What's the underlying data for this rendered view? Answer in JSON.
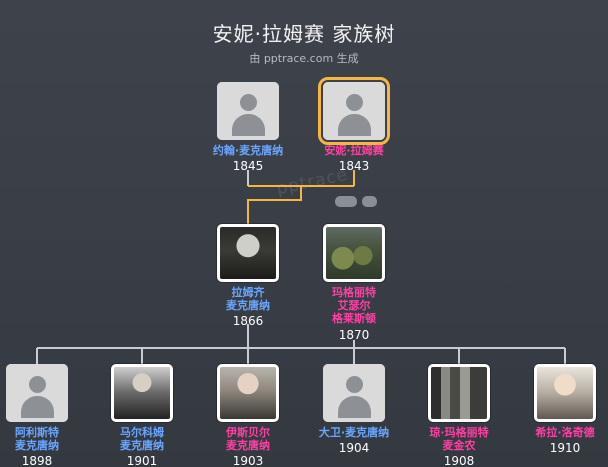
{
  "header": {
    "title": "安妮·拉姆赛 家族树",
    "subtitle": "由 pptrace.com 生成"
  },
  "watermark": "pptrace",
  "colors": {
    "background": "#3a3f47",
    "female_name": "#ff3fa4",
    "male_name": "#6aa6ff",
    "highlight_outline": "#f5b642",
    "connector": "#c9cdd3",
    "highlight_connector": "#f5b642"
  },
  "people": [
    {
      "id": "john-mcdonald",
      "name": "约翰·麦克唐纳",
      "year": "1845",
      "gender": "male",
      "photo": "placeholder-avatar",
      "highlight": false,
      "framed": false
    },
    {
      "id": "annie-ramsay",
      "name": "安妮·拉姆赛",
      "year": "1843",
      "gender": "female",
      "photo": "placeholder-avatar",
      "highlight": true,
      "framed": false
    },
    {
      "id": "ramsay-mcdonald",
      "name": "拉姆齐\n麦克唐纳",
      "year": "1866",
      "gender": "male",
      "photo": "portrait-vintage-man",
      "highlight": false,
      "framed": true
    },
    {
      "id": "margaret-gladstone",
      "name": "玛格丽特\n艾瑟尔\n格莱斯顿",
      "year": "1870",
      "gender": "female",
      "photo": "portrait-garden-group",
      "highlight": false,
      "framed": true
    },
    {
      "id": "alister-mcdonald",
      "name": "阿利斯特\n麦克唐纳",
      "year": "1898",
      "gender": "male",
      "photo": "placeholder-avatar",
      "highlight": false,
      "framed": false
    },
    {
      "id": "malcolm-mcdonald",
      "name": "马尔科姆\n麦克唐纳",
      "year": "1901",
      "gender": "male",
      "photo": "portrait-suit-man",
      "highlight": false,
      "framed": true
    },
    {
      "id": "ishbel-mcdonald",
      "name": "伊斯贝尔\n麦克唐纳",
      "year": "1903",
      "gender": "female",
      "photo": "portrait-lady",
      "highlight": false,
      "framed": true
    },
    {
      "id": "david-mcdonald",
      "name": "大卫·麦克唐纳",
      "year": "1904",
      "gender": "male",
      "photo": "placeholder-avatar",
      "highlight": false,
      "framed": false
    },
    {
      "id": "joan-mcgowan",
      "name": "琼·玛格丽特\n麦金农",
      "year": "1908",
      "gender": "female",
      "photo": "portrait-group",
      "highlight": false,
      "framed": true
    },
    {
      "id": "sheila-lochhead",
      "name": "希拉·洛奇德",
      "year": "1910",
      "gender": "female",
      "photo": "portrait-flapper",
      "highlight": false,
      "framed": true
    }
  ]
}
